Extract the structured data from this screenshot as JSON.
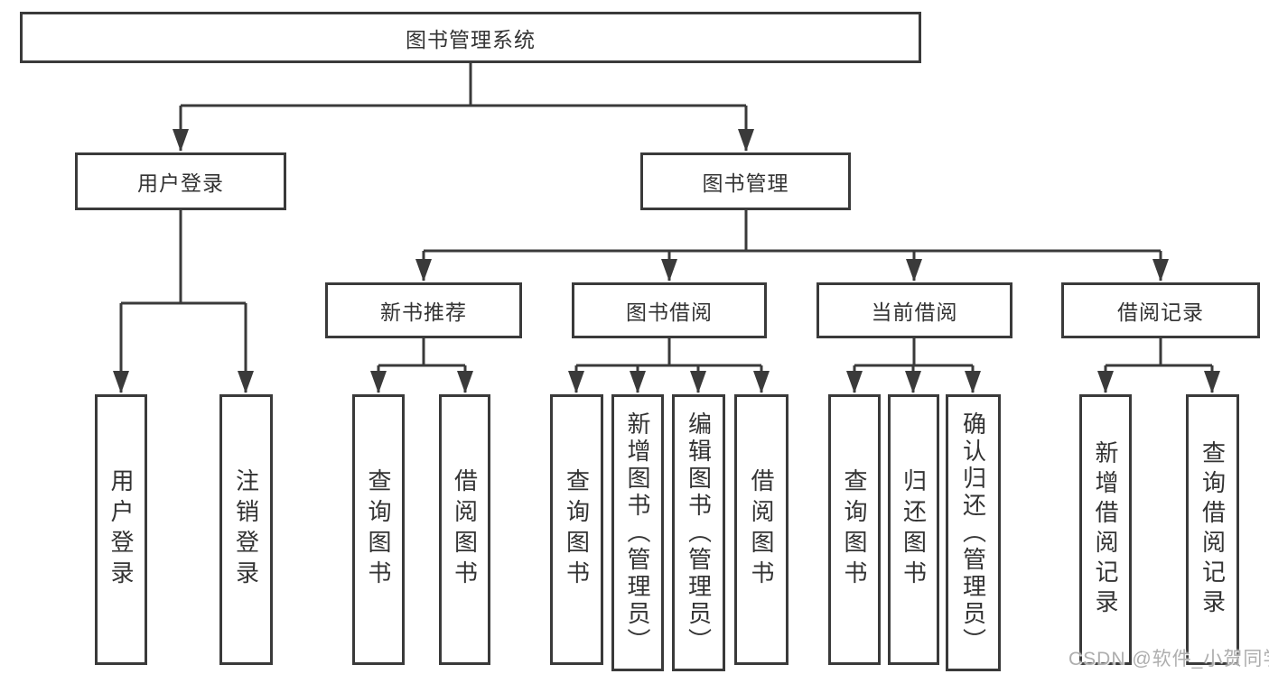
{
  "diagram": {
    "root": {
      "label": "图书管理系统"
    },
    "level2": [
      {
        "label": "用户登录"
      },
      {
        "label": "图书管理"
      }
    ],
    "level3": [
      {
        "label": "新书推荐",
        "parent": "图书管理"
      },
      {
        "label": "图书借阅",
        "parent": "图书管理"
      },
      {
        "label": "当前借阅",
        "parent": "图书管理"
      },
      {
        "label": "借阅记录",
        "parent": "图书管理"
      }
    ],
    "leaves": [
      {
        "label": "用户登录",
        "parent": "用户登录"
      },
      {
        "label": "注销登录",
        "parent": "用户登录"
      },
      {
        "label": "查询图书",
        "parent": "新书推荐"
      },
      {
        "label": "借阅图书",
        "parent": "新书推荐"
      },
      {
        "label": "查询图书",
        "parent": "图书借阅"
      },
      {
        "label": "新增图书（管理员）",
        "parent": "图书借阅"
      },
      {
        "label": "编辑图书（管理员）",
        "parent": "图书借阅"
      },
      {
        "label": "借阅图书",
        "parent": "图书借阅"
      },
      {
        "label": "查询图书",
        "parent": "当前借阅"
      },
      {
        "label": "归还图书",
        "parent": "当前借阅"
      },
      {
        "label": "确认归还（管理员）",
        "parent": "当前借阅"
      },
      {
        "label": "新增借阅记录",
        "parent": "借阅记录"
      },
      {
        "label": "查询借阅记录",
        "parent": "借阅记录"
      }
    ],
    "watermark": "CSDN @软件_小贺同学",
    "colors": {
      "border": "#3a3a3a",
      "line": "#3a3a3a",
      "text": "#333333",
      "background": "#ffffff",
      "watermark": "#aeaeae"
    }
  }
}
